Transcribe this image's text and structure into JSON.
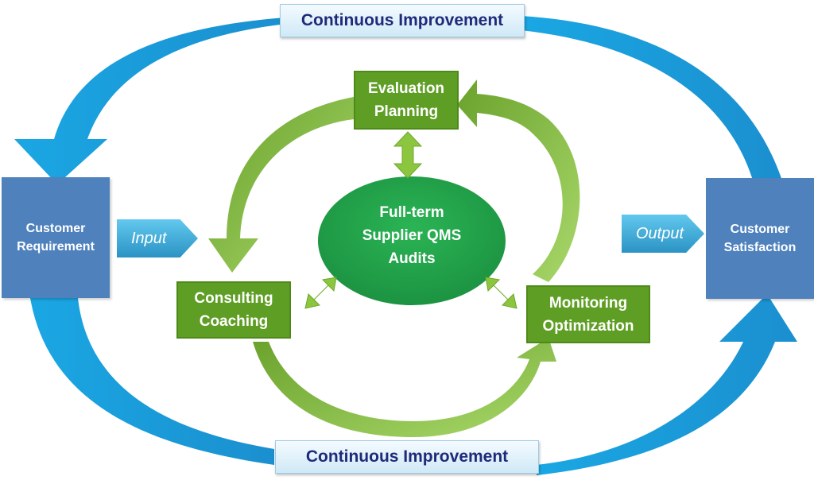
{
  "banners": {
    "top": "Continuous Improvement",
    "bottom": "Continuous Improvement"
  },
  "customer_requirement": [
    "Customer",
    "Requirement"
  ],
  "customer_satisfaction": [
    "Customer",
    "Satisfaction"
  ],
  "input_label": "Input",
  "output_label": "Output",
  "center": [
    "Full-term",
    "Supplier QMS",
    "Audits"
  ],
  "nodes": {
    "evaluation_planning": [
      "Evaluation",
      "Planning"
    ],
    "consulting_coaching": [
      "Consulting",
      "Coaching"
    ],
    "monitoring_optimization": [
      "Monitoring",
      "Optimization"
    ]
  },
  "colors": {
    "outer_cycle_blue": "#1ba3df",
    "side_box_blue": "#4f81bd",
    "node_green": "#5f9e24",
    "inner_cycle_green": "#8cc63f",
    "center_ellipse_green": "#22a04a",
    "banner_text": "#1f2a7a"
  }
}
